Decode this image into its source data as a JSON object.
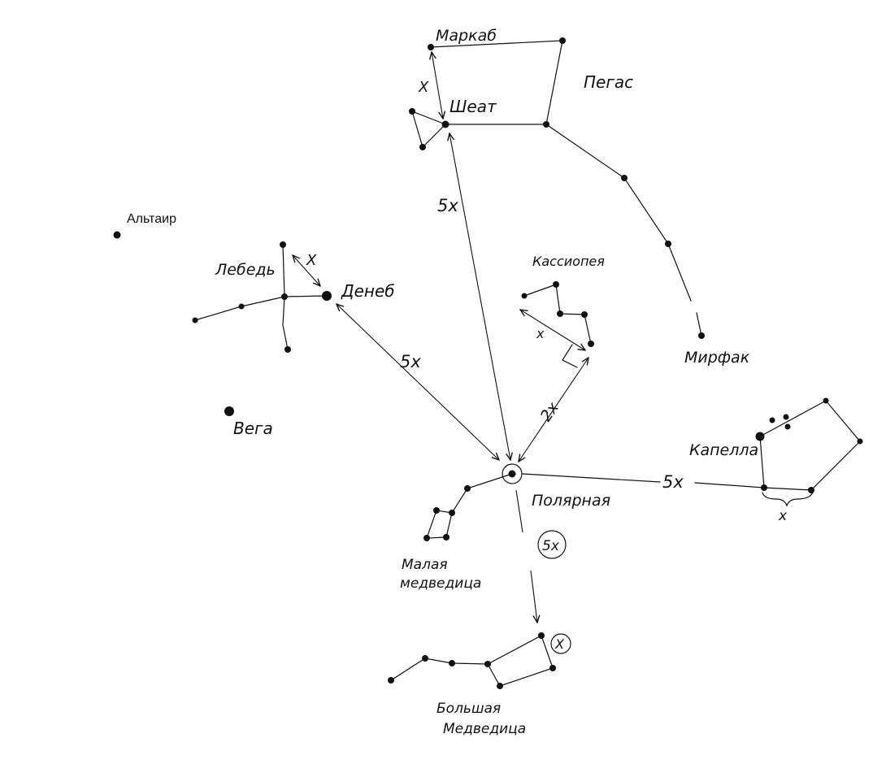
{
  "labels": {
    "markab": "Маркаб",
    "scheat": "Шеат",
    "pegasus": "Пегас",
    "altair": "Альтаир",
    "cygnus": "Лебедь",
    "deneb": "Денеб",
    "cassiopeia": "Кассиопея",
    "mirfak": "Мирфак",
    "vega": "Вега",
    "capella": "Капелла",
    "polaris": "Полярная",
    "ursa_minor_1": "Малая",
    "ursa_minor_2": "медведица",
    "ursa_major_1": "Большая",
    "ursa_major_2": "Медведица"
  },
  "distances": {
    "x_pegasus": "X",
    "x_cygnus": "X",
    "five_x_pegasus": "5x",
    "five_x_deneb": "5x",
    "x_cassiopeia": "x",
    "two_x_cassiopeia": "2x",
    "five_x_capella": "5x",
    "x_capella": "x",
    "five_x_circled": "5x",
    "x_circled": "X"
  },
  "colors": {
    "ink": "#111111",
    "paper": "#ffffff"
  }
}
